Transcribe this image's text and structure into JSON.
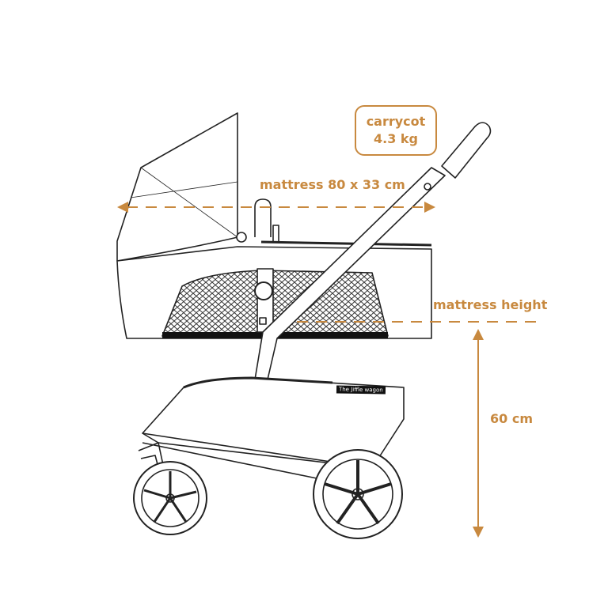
{
  "colors": {
    "accent": "#c8893f",
    "line": "#222222"
  },
  "carrycot_label": {
    "title": "carrycot",
    "weight": "4.3 kg"
  },
  "mattress_size": "mattress 80 x  33 cm",
  "mattress_height": "mattress height",
  "height_value": "60 cm",
  "brand_tag": "The Jiffle wagon"
}
